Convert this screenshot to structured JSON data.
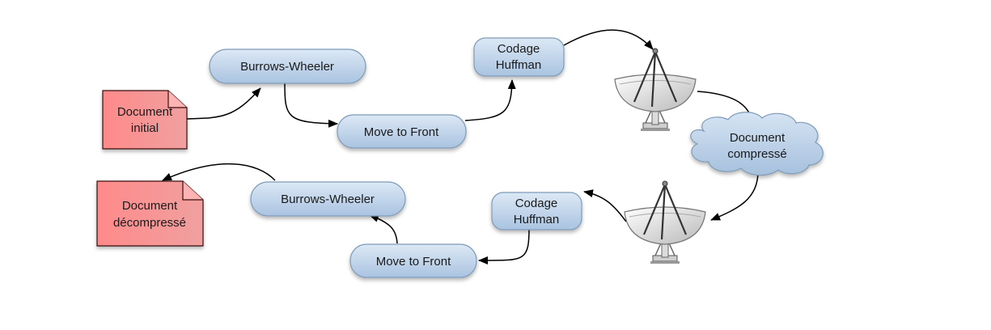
{
  "colors": {
    "node_fill_top": "#dce8f5",
    "node_fill_bottom": "#a9c3e0",
    "node_stroke": "#7f9bb8",
    "document_fill_top": "#ff8a8a",
    "document_fill_bottom": "#f0a0a0",
    "document_stroke": "#3a1010",
    "arrow": "#000000"
  },
  "nodes": {
    "document_initial": {
      "line1": "Document",
      "line2": "initial",
      "shape": "document"
    },
    "bw_top": {
      "label": "Burrows-Wheeler",
      "shape": "rounded-rect"
    },
    "mtf_top": {
      "label": "Move to Front",
      "shape": "rounded-rect"
    },
    "huffman_top": {
      "line1": "Codage",
      "line2": "Huffman",
      "shape": "rounded-rect"
    },
    "satellite_top": {
      "icon": "satellite-dish-icon"
    },
    "cloud": {
      "line1": "Document",
      "line2": "compressé",
      "shape": "cloud"
    },
    "satellite_bottom": {
      "icon": "satellite-dish-icon"
    },
    "huffman_bottom": {
      "line1": "Codage",
      "line2": "Huffman",
      "shape": "rounded-rect"
    },
    "mtf_bottom": {
      "label": "Move to Front",
      "shape": "rounded-rect"
    },
    "bw_bottom": {
      "label": "Burrows-Wheeler",
      "shape": "rounded-rect"
    },
    "document_decompressed": {
      "line1": "Document",
      "line2": "décompressé",
      "shape": "document"
    }
  },
  "edges": [
    {
      "from": "document_initial",
      "to": "bw_top"
    },
    {
      "from": "bw_top",
      "to": "mtf_top"
    },
    {
      "from": "mtf_top",
      "to": "huffman_top"
    },
    {
      "from": "huffman_top",
      "to": "satellite_top"
    },
    {
      "from": "satellite_top",
      "to": "cloud"
    },
    {
      "from": "cloud",
      "to": "satellite_bottom"
    },
    {
      "from": "satellite_bottom",
      "to": "huffman_bottom"
    },
    {
      "from": "huffman_bottom",
      "to": "mtf_bottom"
    },
    {
      "from": "mtf_bottom",
      "to": "bw_bottom"
    },
    {
      "from": "bw_bottom",
      "to": "document_decompressed"
    }
  ]
}
